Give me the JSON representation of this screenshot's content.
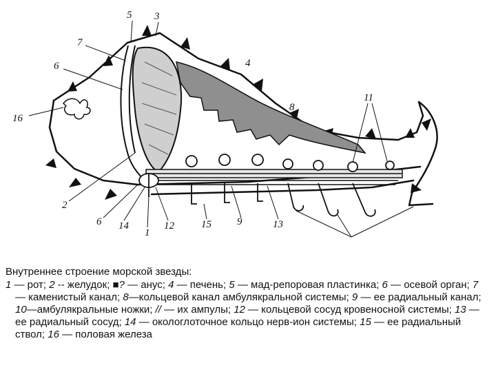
{
  "figure": {
    "labels": [
      {
        "key": "l5",
        "text": "5"
      },
      {
        "key": "l3",
        "text": "3"
      },
      {
        "key": "l7",
        "text": "7"
      },
      {
        "key": "l6",
        "text": "6"
      },
      {
        "key": "l4",
        "text": "4"
      },
      {
        "key": "l16",
        "text": "16"
      },
      {
        "key": "l11",
        "text": "11"
      },
      {
        "key": "l8",
        "text": "8"
      },
      {
        "key": "l2",
        "text": "2"
      },
      {
        "key": "l6b",
        "text": "6"
      },
      {
        "key": "l14",
        "text": "14"
      },
      {
        "key": "l1",
        "text": "1"
      },
      {
        "key": "l12",
        "text": "12"
      },
      {
        "key": "l15",
        "text": "15"
      },
      {
        "key": "l9",
        "text": "9"
      },
      {
        "key": "l13",
        "text": "13"
      }
    ]
  },
  "caption": {
    "title": "Внутреннее строение морской звезды:",
    "items": [
      {
        "num": "1",
        "text": " — рот; "
      },
      {
        "num": "2",
        "text": " -- желудок; "
      },
      {
        "num": "■?",
        "text": " — анус; "
      },
      {
        "num": "4",
        "text": " — печень; "
      },
      {
        "num": "5",
        "text": " — мад-репоровая пластинка; "
      },
      {
        "num": "6",
        "text": " — осевой орган; "
      },
      {
        "num": "7",
        "text": " — каменистый канал; "
      },
      {
        "num": "8",
        "text": "—кольцевой канал амбулякральной системы; "
      },
      {
        "num": "9",
        "text": " — ее радиальный канал; "
      },
      {
        "num": "10",
        "text": "—амбулякральные ножки; "
      },
      {
        "num": "//",
        "text": " — их ампулы; "
      },
      {
        "num": "12",
        "text": " — кольцевой сосуд кровеносной системы; "
      },
      {
        "num": "13",
        "text": " — ее радиальный сосуд; "
      },
      {
        "num": "14",
        "text": " — окологлоточное кольцо нерв-ион системы; "
      },
      {
        "num": "15",
        "text": " — ее радиальный ствол; "
      },
      {
        "num": "16",
        "text": " — половая железа"
      }
    ]
  }
}
